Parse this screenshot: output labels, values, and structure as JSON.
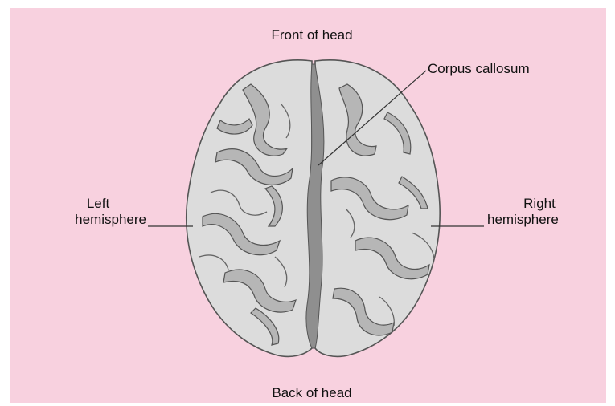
{
  "labels": {
    "front": "Front of head",
    "back": "Back of head",
    "corpus": "Corpus callosum",
    "left_line1": "Left",
    "left_line2": "hemisphere",
    "right_line1": "Right",
    "right_line2": "hemisphere"
  },
  "colors": {
    "background": "#f8d1df",
    "brain_fill": "#dcdcdc",
    "brain_outline": "#555555",
    "sulcus_shadow": "#a9a9a9",
    "fissure": "#8f8f8f"
  }
}
